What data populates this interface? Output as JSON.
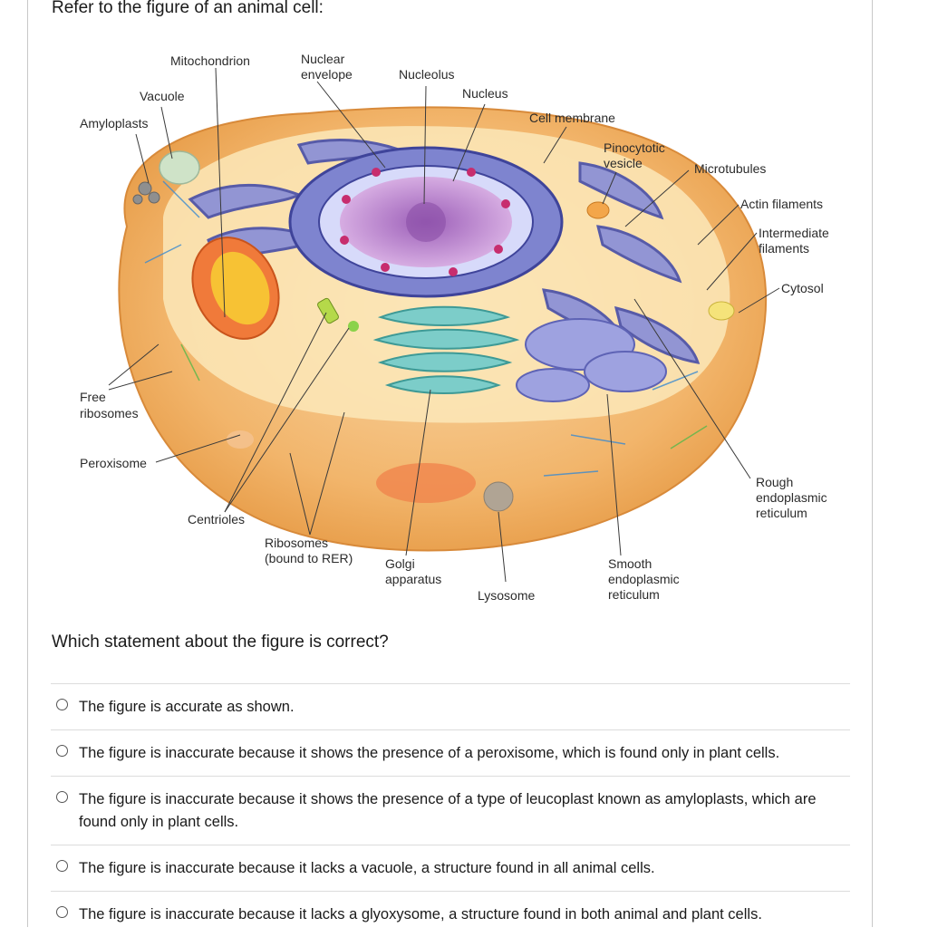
{
  "prompt": "Refer to the figure of an animal cell:",
  "question": "Which statement about the figure is correct?",
  "figure_labels": {
    "mitochondrion": "Mitochondrion",
    "nuclear_envelope_1": "Nuclear",
    "nuclear_envelope_2": "envelope",
    "nucleolus": "Nucleolus",
    "nucleus": "Nucleus",
    "vacuole": "Vacuole",
    "amyloplasts": "Amyloplasts",
    "cell_membrane": "Cell membrane",
    "pinocytotic_1": "Pinocytotic",
    "pinocytotic_2": "vesicle",
    "microtubules": "Microtubules",
    "actin": "Actin filaments",
    "intermediate_1": "Intermediate",
    "intermediate_2": "filaments",
    "cytosol": "Cytosol",
    "free_ribosomes_1": "Free",
    "free_ribosomes_2": "ribosomes",
    "peroxisome": "Peroxisome",
    "rough_er_1": "Rough",
    "rough_er_2": "endoplasmic",
    "rough_er_3": "reticulum",
    "centrioles": "Centrioles",
    "ribosomes_1": "Ribosomes",
    "ribosomes_2": "(bound to RER)",
    "golgi_1": "Golgi",
    "golgi_2": "apparatus",
    "lysosome": "Lysosome",
    "smooth_er_1": "Smooth",
    "smooth_er_2": "endoplasmic",
    "smooth_er_3": "reticulum"
  },
  "options": [
    {
      "text": "The figure is accurate as shown."
    },
    {
      "text": "The figure is inaccurate because it shows the presence of a peroxisome, which is found only in plant cells."
    },
    {
      "text": "The figure is inaccurate because it shows the presence of a type of leucoplast known as amyloplasts, which are found only in plant cells."
    },
    {
      "text": "The figure is inaccurate because it lacks a vacuole, a structure found in all animal cells."
    },
    {
      "text": "The figure is inaccurate because it lacks a glyoxysome, a structure found in both animal and plant cells."
    }
  ],
  "colors": {
    "cytoplasm": "#f2b56b",
    "cell_edge": "#e69a45",
    "er": "#6b6fbf",
    "nucleus": "#c58fd0",
    "golgi": "#6fc2c0",
    "mitochondrion": "#f07a3a"
  }
}
